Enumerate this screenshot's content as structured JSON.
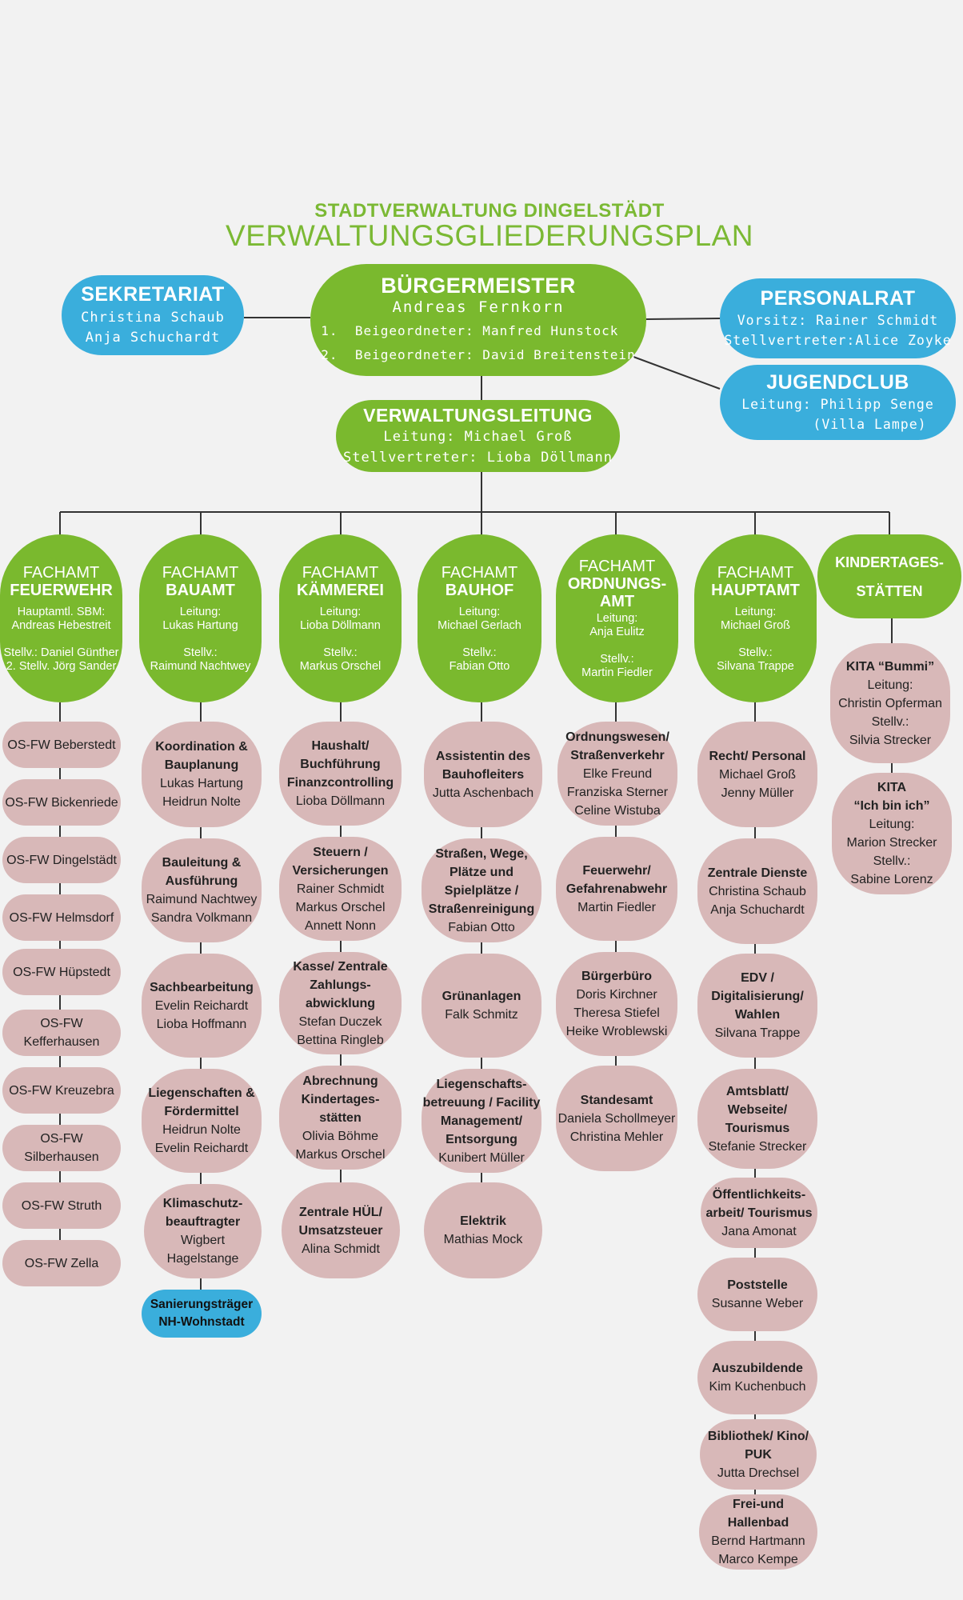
{
  "header": {
    "org": "STADTVERWALTUNG DINGELSTÄDT",
    "title": "VERWALTUNGSGLIEDERUNGSPLAN"
  },
  "colors": {
    "green": "#7ab92e",
    "blue": "#3aaedc",
    "pink": "#d8b8b8",
    "background": "#f2f2f2"
  },
  "sekretariat": {
    "title": "SEKRETARIAT",
    "line1": "Christina Schaub",
    "line2": "Anja Schuchardt"
  },
  "buergermeister": {
    "title": "BÜRGERMEISTER",
    "name": "Andreas Fernkorn",
    "deputy1_num": "1.",
    "deputy1": "Beigeordneter: Manfred Hunstock",
    "deputy2_num": "2.",
    "deputy2": "Beigeordneter: David Breitenstein"
  },
  "personalrat": {
    "title": "PERSONALRAT",
    "line1": "Vorsitz: Rainer Schmidt",
    "line2": "Stellvertreter:Alice Zoyke"
  },
  "jugendclub": {
    "title": "JUGENDCLUB",
    "line1": "Leitung: Philipp Senge",
    "line2": "(Villa Lampe)"
  },
  "verwaltungsleitung": {
    "title": "VERWALTUNGSLEITUNG",
    "line1": "Leitung: Michael Groß",
    "line2": "Stellvertreter: Lioba Döllmann"
  },
  "departments": [
    {
      "kicker": "FACHAMT",
      "name": "FEUERWEHR",
      "l1": "Hauptamtl. SBM:",
      "l2": "Andreas Hebestreit",
      "l3": "",
      "l4": "Stellv.: Daniel Günther",
      "l5": "2. Stellv. Jörg Sander"
    },
    {
      "kicker": "FACHAMT",
      "name": "BAUAMT",
      "l1": "Leitung:",
      "l2": "Lukas Hartung",
      "l3": "",
      "l4": "Stellv.:",
      "l5": "Raimund Nachtwey"
    },
    {
      "kicker": "FACHAMT",
      "name": "KÄMMEREI",
      "l1": "Leitung:",
      "l2": "Lioba Döllmann",
      "l3": "",
      "l4": "Stellv.:",
      "l5": "Markus Orschel"
    },
    {
      "kicker": "FACHAMT",
      "name": "BAUHOF",
      "l1": "Leitung:",
      "l2": "Michael Gerlach",
      "l3": "",
      "l4": "Stellv.:",
      "l5": "Fabian Otto"
    },
    {
      "kicker": "FACHAMT",
      "name": "ORDNUNGS-",
      "name2": "AMT",
      "l1": "Leitung:",
      "l2": "Anja Eulitz",
      "l3": "",
      "l4": "Stellv.:",
      "l5": "Martin Fiedler"
    },
    {
      "kicker": "FACHAMT",
      "name": "HAUPTAMT",
      "l1": "Leitung:",
      "l2": "Michael Groß",
      "l3": "",
      "l4": "Stellv.:",
      "l5": "Silvana Trappe"
    },
    {
      "name": "KINDERTAGES-",
      "name2": "STÄTTEN"
    }
  ],
  "feuerwehr_units": [
    "OS-FW Beberstedt",
    "OS-FW Bickenriede",
    "OS-FW Dingelstädt",
    "OS-FW Helmsdorf",
    "OS-FW Hüpstedt",
    "OS-FW Kefferhausen",
    "OS-FW Kreuzebra",
    "OS-FW Silberhausen",
    "OS-FW Struth",
    "OS-FW Zella"
  ],
  "bauamt_units": [
    {
      "t1": "Koordination &",
      "t2": "Bauplanung",
      "p1": "Lukas Hartung",
      "p2": "Heidrun Nolte"
    },
    {
      "t1": "Bauleitung &",
      "t2": "Ausführung",
      "p1": "Raimund Nachtwey",
      "p2": "Sandra Volkmann"
    },
    {
      "t1": "Sachbearbeitung",
      "p1": "Evelin Reichardt",
      "p2": "Lioba Hoffmann"
    },
    {
      "t1": "Liegenschaften &",
      "t2": "Fördermittel",
      "p1": "Heidrun Nolte",
      "p2": "Evelin Reichardt"
    },
    {
      "t1": "Klimaschutz-",
      "t2": "beauftragter",
      "p1": "Wigbert",
      "p2": "Hagelstange"
    },
    {
      "t1": "Sanierungsträger",
      "t2": "NH-Wohnstadt"
    }
  ],
  "kaemmerei_units": [
    {
      "t1": "Haushalt/",
      "t2": "Buchführung",
      "t3": "Finanzcontrolling",
      "p1": "Lioba Döllmann"
    },
    {
      "t1": "Steuern /",
      "t2": "Versicherungen",
      "p1": "Rainer Schmidt",
      "p2": "Markus Orschel",
      "p3": "Annett Nonn"
    },
    {
      "t1": "Kasse/ Zentrale",
      "t2": "Zahlungs-",
      "t3": "abwicklung",
      "p1": "Stefan Duczek",
      "p2": "Bettina Ringleb"
    },
    {
      "t1": "Abrechnung",
      "t2": "Kindertages-",
      "t3": "stätten",
      "p1": "Olivia Böhme",
      "p2": "Markus Orschel"
    },
    {
      "t1": "Zentrale HÜL/",
      "t2": "Umsatzsteuer",
      "p1": "Alina Schmidt"
    }
  ],
  "bauhof_units": [
    {
      "t1": "Assistentin des",
      "t2": "Bauhofleiters",
      "p1": "Jutta Aschenbach"
    },
    {
      "t1": "Straßen, Wege,",
      "t2": "Plätze und",
      "t3": "Spielplätze /",
      "t4": "Straßenreinigung",
      "p1": "Fabian Otto"
    },
    {
      "t1": "Grünanlagen",
      "p1": "Falk Schmitz"
    },
    {
      "t1": "Liegenschafts-",
      "t2": "betreuung / Facility",
      "t3": "Management/",
      "t4": "Entsorgung",
      "p1": "Kunibert Müller"
    },
    {
      "t1": "Elektrik",
      "p1": "Mathias Mock"
    }
  ],
  "ordnungsamt_units": [
    {
      "t1": "Ordnungswesen/",
      "t2": "Straßenverkehr",
      "p1": "Elke Freund",
      "p2": "Franziska Sterner",
      "p3": "Celine Wistuba"
    },
    {
      "t1": "Feuerwehr/",
      "t2": "Gefahrenabwehr",
      "p1": "Martin Fiedler"
    },
    {
      "t1": "Bürgerbüro",
      "p1": "Doris Kirchner",
      "p2": "Theresa Stiefel",
      "p3": "Heike Wroblewski"
    },
    {
      "t1": "Standesamt",
      "p1": "Daniela Schollmeyer",
      "p2": "Christina Mehler"
    }
  ],
  "hauptamt_units": [
    {
      "t1": "Recht/ Personal",
      "p1": "Michael Groß",
      "p2": "Jenny Müller"
    },
    {
      "t1": "Zentrale Dienste",
      "p1": "Christina Schaub",
      "p2": "Anja Schuchardt"
    },
    {
      "t1": "EDV /",
      "t2": "Digitalisierung/",
      "t3": "Wahlen",
      "p1": "Silvana Trappe"
    },
    {
      "t1": "Amtsblatt/",
      "t2": "Webseite/",
      "t3": "Tourismus",
      "p1": "Stefanie Strecker"
    },
    {
      "t1": "Öffentlichkeits-",
      "t2": "arbeit/ Tourismus",
      "p1": "Jana Amonat"
    },
    {
      "t1": "Poststelle",
      "p1": "Susanne Weber"
    },
    {
      "t1": "Auszubildende",
      "p1": "Kim Kuchenbuch"
    },
    {
      "t1": "Bibliothek/ Kino/",
      "t2": "PUK",
      "p1": "Jutta Drechsel"
    },
    {
      "t1": "Frei-und",
      "t2": "Hallenbad",
      "p1": "Bernd Hartmann",
      "p2": "Marco Kempe"
    }
  ],
  "kita_units": [
    {
      "t1": "KITA “Bummi”",
      "p1": "Leitung:",
      "p2": "Christin Opferman",
      "p3": "Stellv.:",
      "p4": "Silvia Strecker"
    },
    {
      "t1": "KITA",
      "t2": "“Ich bin ich”",
      "p1": "Leitung:",
      "p2": "Marion Strecker",
      "p3": "Stellv.:",
      "p4": "Sabine Lorenz"
    }
  ]
}
